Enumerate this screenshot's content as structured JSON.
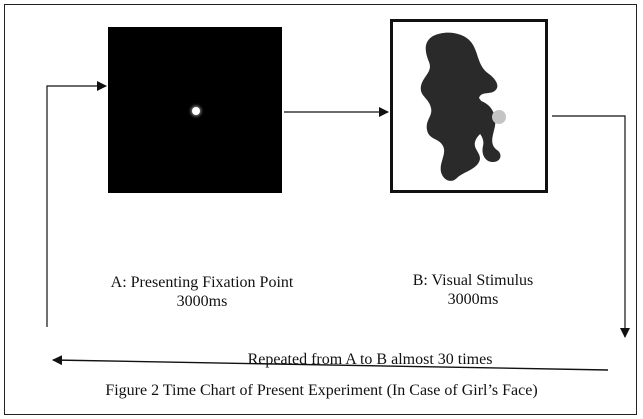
{
  "panels": {
    "a": {
      "label_line1": "A: Presenting Fixation Point",
      "label_line2": "3000ms"
    },
    "b": {
      "label_line1": "B: Visual Stimulus",
      "label_line2": "3000ms"
    }
  },
  "loop": {
    "text": "Repeated from A to B almost 30 times"
  },
  "caption": "Figure 2 Time Chart of Present Experiment (In Case of Girl’s Face)",
  "colors": {
    "panel_a_bg": "#000000",
    "fixation_dot": "#ffffff",
    "silhouette": "#2a2a2a",
    "stimulus_dot": "#c4c4c4"
  }
}
